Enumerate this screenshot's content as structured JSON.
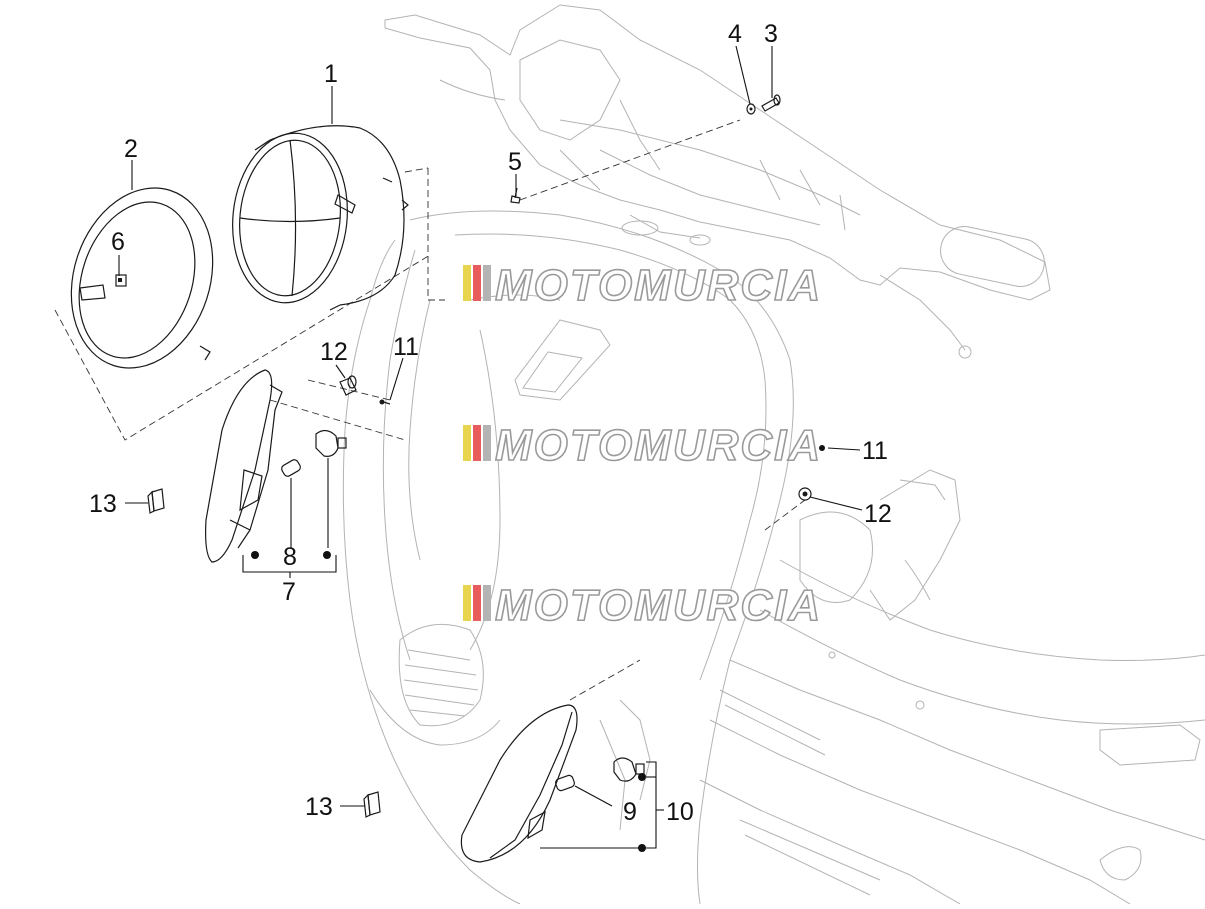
{
  "callouts": {
    "c1": "1",
    "c2": "2",
    "c3": "3",
    "c4": "4",
    "c5": "5",
    "c6": "6",
    "c7": "7",
    "c8": "8",
    "c9": "9",
    "c10": "10",
    "c11a": "11",
    "c11b": "11",
    "c12a": "12",
    "c12b": "12",
    "c13a": "13",
    "c13b": "13"
  },
  "watermark": {
    "text": "MOTOMURCIA",
    "stripe_colors": [
      "#e8d44d",
      "#e85c5c",
      "#b4b4b4"
    ]
  },
  "colors": {
    "line": "#1a1a1a",
    "ghost": "#b3b3b3",
    "background": "#ffffff"
  }
}
